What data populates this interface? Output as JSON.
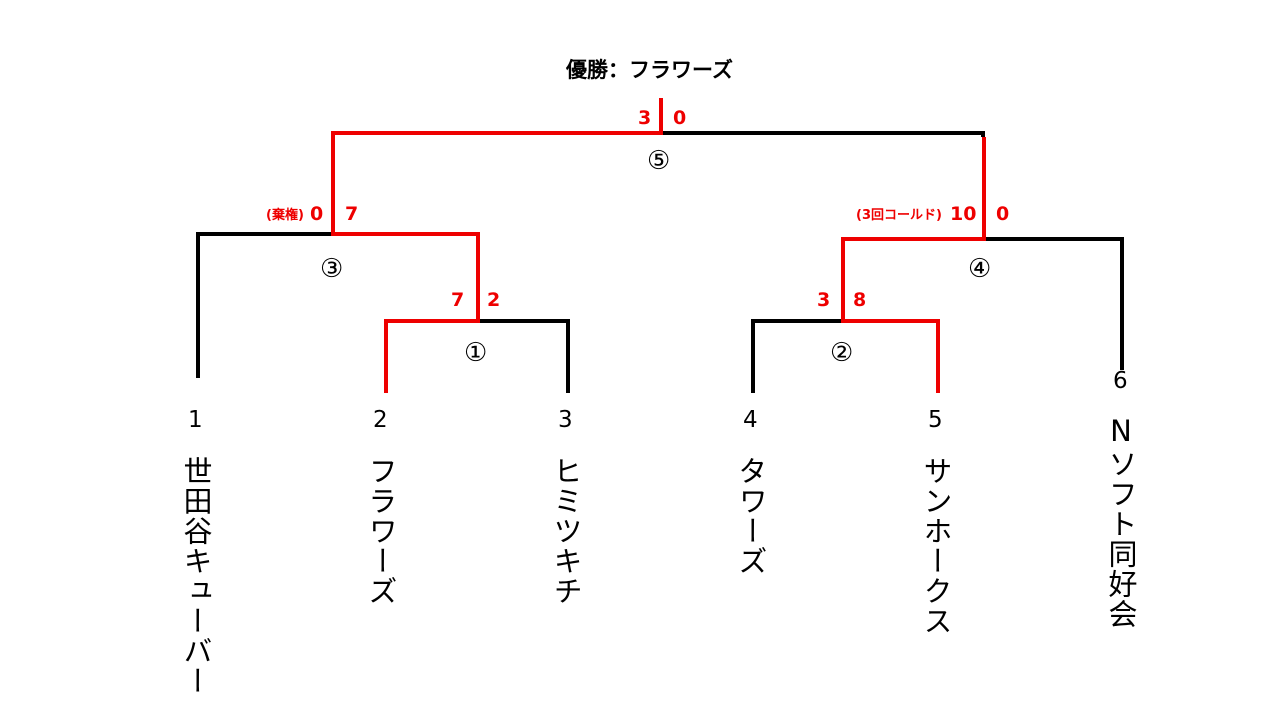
{
  "title": "優勝：フラワーズ",
  "teams": [
    {
      "seed": "1",
      "name": "世田谷キューバー"
    },
    {
      "seed": "2",
      "name": "フラワーズ"
    },
    {
      "seed": "3",
      "name": "ヒミツキチ"
    },
    {
      "seed": "4",
      "name": "タワーズ"
    },
    {
      "seed": "5",
      "name": "サンホークス"
    },
    {
      "seed": "6",
      "name": "Nソフト同好会"
    }
  ],
  "games": [
    {
      "label": "①",
      "left_score": "7",
      "right_score": "2"
    },
    {
      "label": "②",
      "left_score": "3",
      "right_score": "8"
    },
    {
      "label": "③",
      "left_score": "0",
      "right_score": "7",
      "left_note": "(棄権)"
    },
    {
      "label": "④",
      "left_score": "10",
      "right_score": "0",
      "left_note": "(3回コールド)"
    },
    {
      "label": "⑤",
      "left_score": "3",
      "right_score": "0"
    }
  ],
  "colors": {
    "winner": "#ee0000",
    "line": "#000000"
  }
}
